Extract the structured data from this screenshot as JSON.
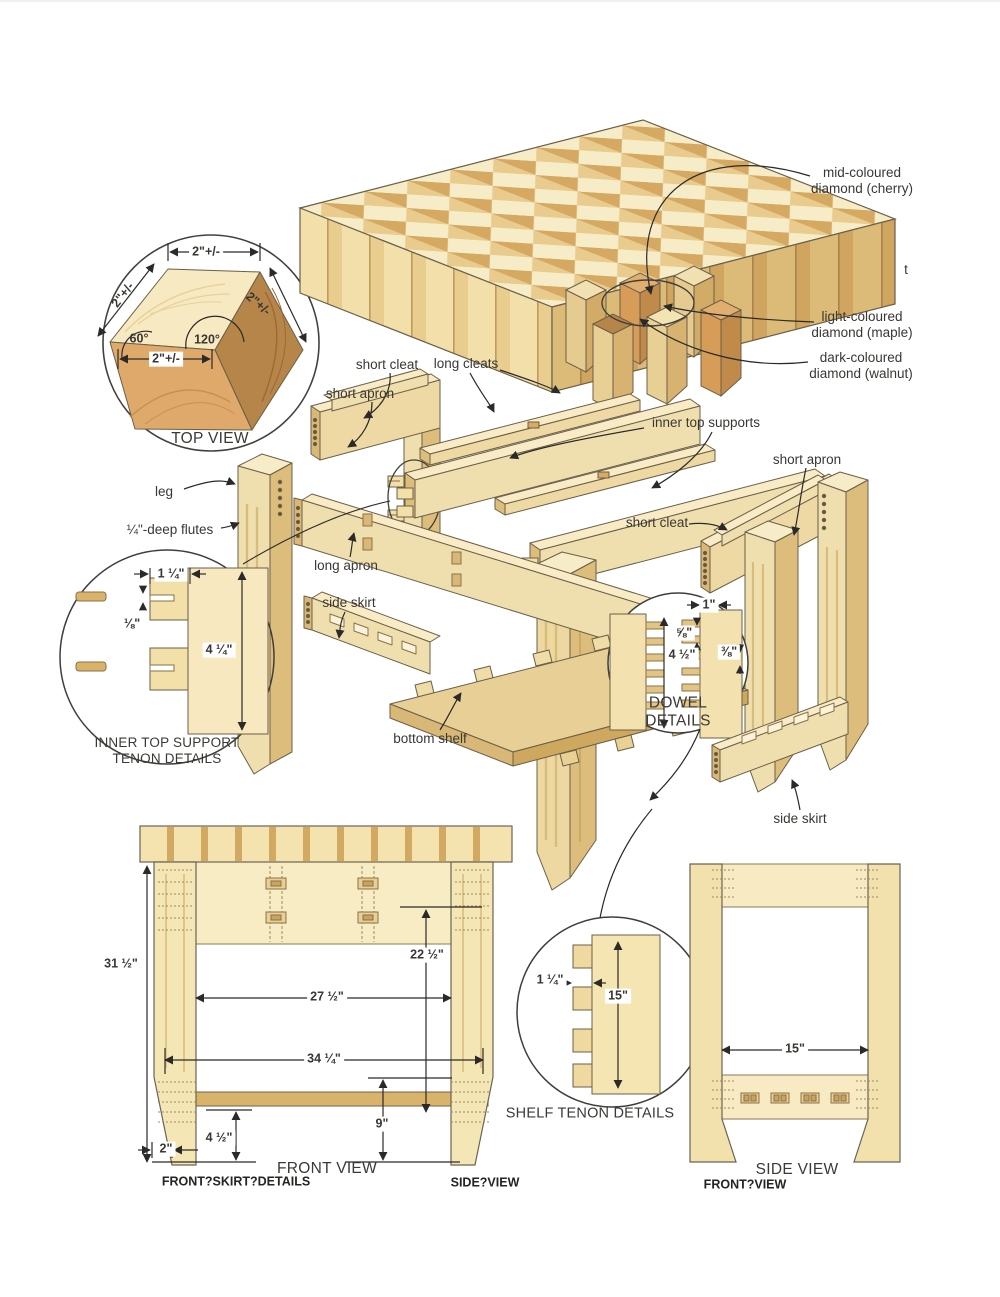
{
  "slab": {
    "cherry_label": "mid-coloured\ndiamond (cherry)",
    "maple_label": "light-coloured\ndiamond (maple)",
    "walnut_label": "dark-coloured\ndiamond (walnut)",
    "stray_t": "t"
  },
  "top_view": {
    "title": "TOP VIEW",
    "dim_top": "2\"+/-",
    "dim_left": "2\"+/-",
    "dim_right": "2\"+/-",
    "dim_bottom": "2\"+/-",
    "angle_60": "60°",
    "angle_120": "120°"
  },
  "exploded": {
    "short_cleat_left": "short cleat",
    "long_cleats": "long cleats",
    "short_apron_left": "short apron",
    "inner_top_supports": "inner top supports",
    "short_apron_right": "short apron",
    "short_cleat_right": "short cleat",
    "leg": "leg",
    "flutes": "¼\"-deep flutes",
    "long_apron": "long apron",
    "side_skirt_left": "side skirt",
    "bottom_shelf": "bottom shelf",
    "side_skirt_right": "side skirt"
  },
  "inner_tenon_detail": {
    "dim_width": "1 ¼\"",
    "dim_slot": "⅛\"",
    "dim_height": "4 ¼\"",
    "title": "INNER TOP SUPPORT\nTENON DETAILS"
  },
  "dowel_detail": {
    "dim_top": "1\"",
    "dim_upper": "⅝\"",
    "dim_height": "4 ½\"",
    "dim_right": "⅜\"",
    "title": "DOWEL\nDETAILS"
  },
  "front_view": {
    "dim_height": "31 ½\"",
    "dim_inner_height": "22 ½\"",
    "dim_inner_width": "27 ½\"",
    "dim_outer_width": "34 ¼\"",
    "dim_shelf_height": "9\"",
    "dim_taper": "4 ½\"",
    "dim_foot": "2\"",
    "title": "FRONT VIEW",
    "caption_left": "FRONT?SKIRT?DETAILS",
    "caption_right": "SIDE?VIEW"
  },
  "shelf_tenon_detail": {
    "dim_tenon": "1 ¼\"",
    "dim_length": "15\"",
    "title": "SHELF TENON DETAILS"
  },
  "side_view": {
    "dim_width": "15\"",
    "title": "SIDE VIEW",
    "caption": "FRONT?VIEW"
  },
  "colors": {
    "wood_light": "#f6e8bd",
    "wood_mid": "#e3c184",
    "wood_dark": "#b5854a",
    "outline": "#57524a",
    "ink": "#3a3733"
  }
}
